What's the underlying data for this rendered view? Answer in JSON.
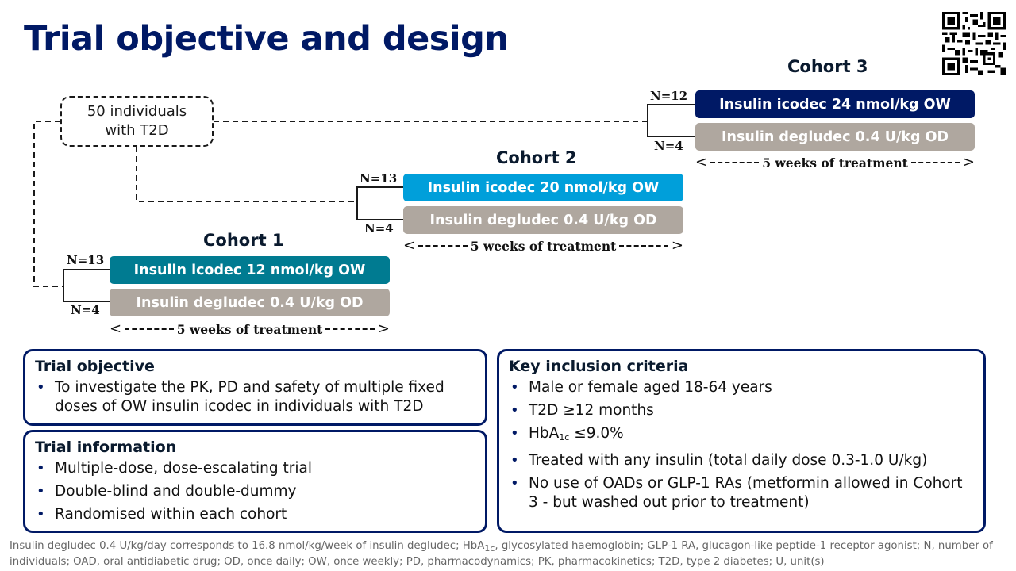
{
  "header": {
    "title": "Trial objective and design"
  },
  "qr_code": {
    "icon": "qr-code-icon"
  },
  "population": {
    "line1": "50 individuals",
    "line2": "with T2D"
  },
  "cohorts": [
    {
      "title": "Cohort 1",
      "active_arm": {
        "label": "Insulin icodec 12 nmol/kg OW",
        "n": "N=13",
        "color": "#007B91"
      },
      "comparator_arm": {
        "label": "Insulin degludec 0.4 U/kg OD",
        "n": "N=4",
        "color": "#AFA79F"
      },
      "duration": "5 weeks of treatment"
    },
    {
      "title": "Cohort 2",
      "active_arm": {
        "label": "Insulin icodec 20 nmol/kg OW",
        "n": "N=13",
        "color": "#009FDA"
      },
      "comparator_arm": {
        "label": "Insulin degludec 0.4 U/kg OD",
        "n": "N=4",
        "color": "#AFA79F"
      },
      "duration": "5 weeks of treatment"
    },
    {
      "title": "Cohort 3",
      "active_arm": {
        "label": "Insulin icodec 24 nmol/kg OW",
        "n": "N=12",
        "color": "#001965"
      },
      "comparator_arm": {
        "label": "Insulin degludec 0.4 U/kg OD",
        "n": "N=4",
        "color": "#AFA79F"
      },
      "duration": "5 weeks of treatment"
    }
  ],
  "trial_objective": {
    "heading": "Trial objective",
    "items": [
      "To investigate the PK, PD and safety of multiple fixed doses of OW insulin icodec in individuals with T2D"
    ]
  },
  "trial_information": {
    "heading": "Trial information",
    "items": [
      "Multiple-dose, dose-escalating trial",
      "Double-blind and double-dummy",
      "Randomised within each cohort"
    ]
  },
  "inclusion_criteria": {
    "heading": "Key inclusion criteria",
    "items": [
      "Male or female aged 18-64 years",
      "T2D ≥12 months",
      {
        "pre": "HbA",
        "sub": "1c",
        "post": " ≤9.0%"
      },
      "Treated with any insulin (total daily dose 0.3-1.0 U/kg)",
      "No use of OADs or GLP-1 RAs (metformin allowed in Cohort 3 - but washed out prior to treatment)"
    ],
    "item_hba1c_pre": "HbA",
    "item_hba1c_sub": "1c",
    "item_hba1c_post": " ≤9.0%"
  },
  "footnote": {
    "part1": "Insulin degludec 0.4 U/kg/day corresponds to 16.8 nmol/kg/week of insulin degludec; HbA",
    "sub": "1c",
    "part2": ", glycosylated haemoglobin; GLP-1 RA, glucagon-like peptide-1 receptor agonist; N, number of individuals; OAD, oral antidiabetic drug; OD, once daily; OW, once weekly; PD, pharmacodynamics; PK, pharmacokinetics; T2D, type 2 diabetes; U, unit(s)"
  },
  "colors": {
    "brand_navy": "#001965",
    "icodec_12": "#007B91",
    "icodec_20": "#009FDA",
    "icodec_24": "#001965",
    "degludec": "#AFA79F"
  }
}
